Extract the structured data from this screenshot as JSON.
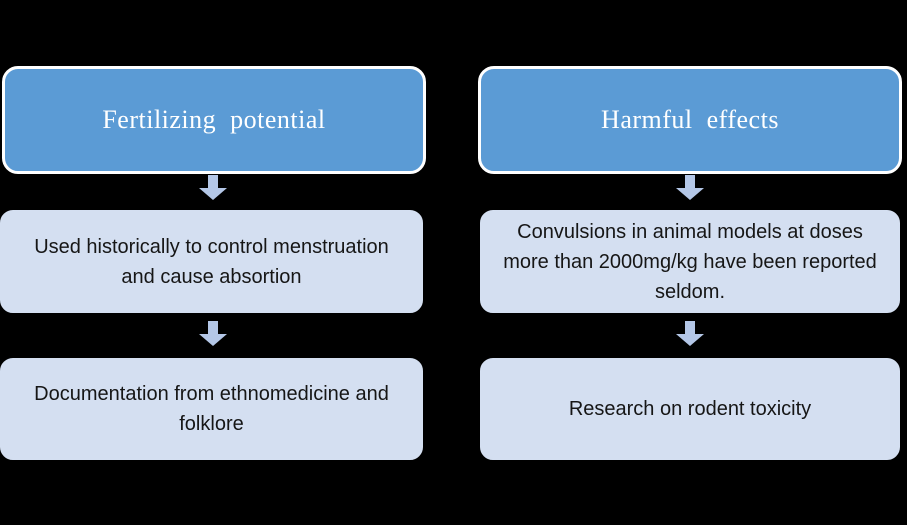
{
  "diagram": {
    "type": "two-column-flowchart",
    "background_color": "#000000",
    "colors": {
      "header_fill": "#5B9BD5",
      "header_border": "#FFFFFF",
      "header_text": "#FFFFFF",
      "body_fill": "#D4DFF1",
      "body_text": "#161616",
      "arrow_fill": "#B4C7E7"
    },
    "columns": [
      {
        "id": "fertilizing-potential",
        "header": "Fertilizing  potential",
        "arrow_icon": "arrow-down-icon",
        "steps": [
          "Used historically to control menstruation and cause absortion",
          "Documentation from ethnomedicine and folklore"
        ]
      },
      {
        "id": "harmful-effects",
        "header": "Harmful  effects",
        "arrow_icon": "arrow-down-icon",
        "steps": [
          "Convulsions in animal models at doses more than 2000mg/kg have been reported seldom.",
          "Research on rodent toxicity"
        ]
      }
    ]
  }
}
